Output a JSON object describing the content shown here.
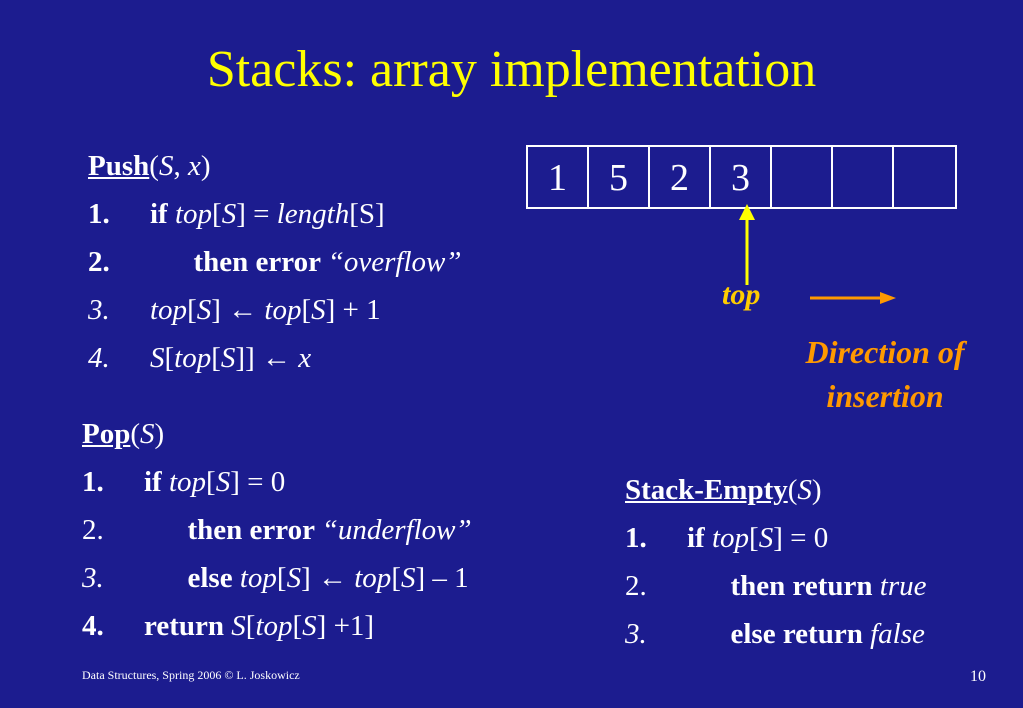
{
  "title": "Stacks: array implementation",
  "push": {
    "header_name": "Push",
    "header_args_open": "(",
    "header_arg1": "S",
    "header_sep": ", ",
    "header_arg2": "x",
    "header_args_close": ")",
    "lines": [
      {
        "num": "1.",
        "parts": [
          [
            "b",
            "if "
          ],
          [
            "i",
            "top"
          ],
          [
            "n",
            "["
          ],
          [
            "i",
            "S"
          ],
          [
            "n",
            "] = "
          ],
          [
            "i",
            "length"
          ],
          [
            "n",
            "[S]"
          ]
        ]
      },
      {
        "num": "2.",
        "parts": [
          [
            "n",
            "      "
          ],
          [
            "b",
            "then error "
          ],
          [
            "i",
            "“overflow”"
          ]
        ]
      },
      {
        "num": "3.",
        "parts": [
          [
            "i",
            "top"
          ],
          [
            "n",
            "["
          ],
          [
            "i",
            "S"
          ],
          [
            "n",
            "] "
          ],
          [
            "n",
            "←"
          ],
          [
            "n",
            " "
          ],
          [
            "i",
            "top"
          ],
          [
            "n",
            "["
          ],
          [
            "i",
            "S"
          ],
          [
            "n",
            "] + 1"
          ]
        ]
      },
      {
        "num": "4.",
        "parts": [
          [
            "i",
            "S"
          ],
          [
            "n",
            "["
          ],
          [
            "i",
            "top"
          ],
          [
            "n",
            "["
          ],
          [
            "i",
            "S"
          ],
          [
            "n",
            "]] "
          ],
          [
            "n",
            "←"
          ],
          [
            "n",
            " "
          ],
          [
            "i",
            "x"
          ]
        ]
      }
    ]
  },
  "pop": {
    "header_name": "Pop",
    "header_args_open": "(",
    "header_arg1": "S",
    "header_args_close": ")",
    "lines": [
      {
        "num": "1.",
        "parts": [
          [
            "b",
            "if "
          ],
          [
            "i",
            "top"
          ],
          [
            "n",
            "["
          ],
          [
            "i",
            "S"
          ],
          [
            "n",
            "] = 0"
          ]
        ]
      },
      {
        "num": "2.",
        "parts": [
          [
            "n",
            "      "
          ],
          [
            "b",
            "then error "
          ],
          [
            "i",
            "“underflow”"
          ]
        ]
      },
      {
        "num": "3.",
        "parts": [
          [
            "n",
            "      "
          ],
          [
            "b",
            "else "
          ],
          [
            "i",
            "top"
          ],
          [
            "n",
            "["
          ],
          [
            "i",
            "S"
          ],
          [
            "n",
            "] "
          ],
          [
            "n",
            "←"
          ],
          [
            "n",
            " "
          ],
          [
            "i",
            "top"
          ],
          [
            "n",
            "["
          ],
          [
            "i",
            "S"
          ],
          [
            "n",
            "] – 1"
          ]
        ]
      },
      {
        "num": "4.",
        "parts": [
          [
            "b",
            "return "
          ],
          [
            "i",
            "S"
          ],
          [
            "n",
            "["
          ],
          [
            "i",
            "top"
          ],
          [
            "n",
            "["
          ],
          [
            "i",
            "S"
          ],
          [
            "n",
            "] +1]"
          ]
        ]
      }
    ]
  },
  "stack_empty": {
    "header_name": "Stack-Empty",
    "header_args_open": "(",
    "header_arg1": "S",
    "header_args_close": ")",
    "lines": [
      {
        "num": "1.",
        "parts": [
          [
            "b",
            "if "
          ],
          [
            "i",
            "top"
          ],
          [
            "n",
            "["
          ],
          [
            "i",
            "S"
          ],
          [
            "n",
            "] = 0"
          ]
        ]
      },
      {
        "num": "2.",
        "parts": [
          [
            "n",
            "      "
          ],
          [
            "b",
            "then return "
          ],
          [
            "i",
            "true"
          ]
        ]
      },
      {
        "num": "3.",
        "parts": [
          [
            "n",
            "      "
          ],
          [
            "b",
            "else return "
          ],
          [
            "i",
            "false"
          ]
        ]
      }
    ]
  },
  "array_cells": [
    "1",
    "5",
    "2",
    "3",
    "",
    "",
    ""
  ],
  "top_label": "top",
  "direction_label_line1": "Direction of",
  "direction_label_line2": "insertion",
  "footer": "Data Structures,  Spring 2006 © L. Joskowicz",
  "page_number": "10",
  "colors": {
    "background": "#1c1c8f",
    "title": "#ffff00",
    "text": "#ffffff",
    "top_arrow": "#ffff00",
    "direction": "#ff9900"
  }
}
